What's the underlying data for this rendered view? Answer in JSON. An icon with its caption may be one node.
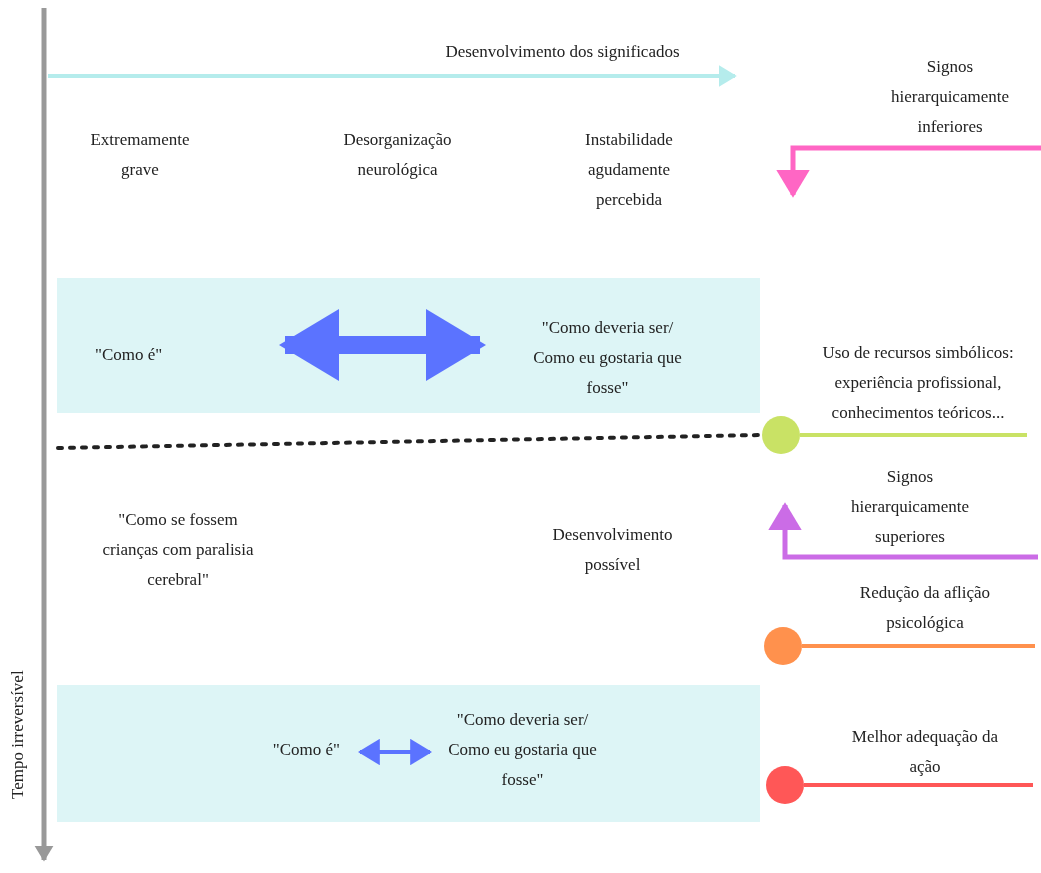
{
  "diagram": {
    "nodes": [
      {
        "text": [],
        "shape": "box"
      },
      {
        "text": [
          "\"Como é\""
        ],
        "in": 0
      },
      {
        "text": [
          "\"Como deveria ser/ Como eu gostaria que fosse\""
        ],
        "in": 0
      },
      {
        "text": [],
        "shape": "circle",
        "beside": [
          "Uso de recursos simbólicos: experiência profissional, conhecimentos teóricos..."
        ]
      },
      {
        "text": [],
        "shape": "circle",
        "beside": [
          "Redução da aflição psicológica"
        ]
      },
      {
        "text": [],
        "shape": "box"
      },
      {
        "text": [
          "\"Como é\""
        ],
        "in": 5
      },
      {
        "text": [
          "\"Como deveria ser/ Como eu gostaria que fosse\""
        ],
        "in": 5
      },
      {
        "text": [],
        "shape": "circle",
        "beside": [
          "Melhor adequação da ação"
        ]
      }
    ],
    "edges": [
      {
        "from": 1,
        "to": 2,
        "arrow": "both",
        "style": "thick",
        "color": "#5b73ff"
      },
      {
        "from": null,
        "to": 3,
        "arrow": "none",
        "style": "dashed",
        "color": "#222222"
      },
      {
        "from": 3,
        "to": null,
        "arrow": "none",
        "color": "#c9e265"
      },
      {
        "from": 4,
        "to": null,
        "arrow": "none",
        "color": "#ff914d"
      },
      {
        "from": 6,
        "to": 7,
        "arrow": "both",
        "color": "#5b73ff"
      },
      {
        "from": 8,
        "to": null,
        "arrow": "none",
        "color": "#ff5757"
      }
    ],
    "labels": [
      "Tempo irreversível",
      "Desenvolvimento dos significados",
      "Signos hierarquicamente inferiores",
      "Extremamente grave",
      "Desorganização neurológica",
      "Instabilidade agudamente percebida",
      "Signos hierarquicamente superiores",
      "\"Como se fossem crianças com paralisia cerebral\"",
      "Desenvolvimento possível"
    ]
  }
}
